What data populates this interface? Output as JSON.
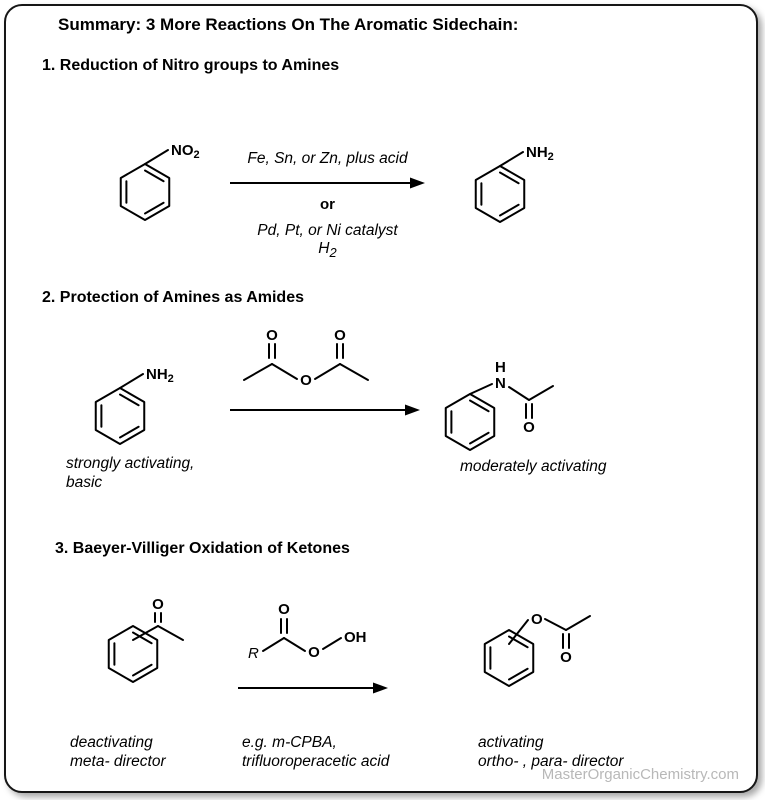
{
  "colors": {
    "atom_blue": "#2036e0",
    "atom_red": "#ee2200",
    "watermark_gray": "#b8b8b8"
  },
  "page": {
    "title": "Summary: 3 More Reactions On The Aromatic Sidechain:",
    "watermark": "MasterOrganicChemistry.com"
  },
  "section1": {
    "heading": "1. Reduction of Nitro groups to Amines",
    "reactant_atom": "NO",
    "reactant_sub": "2",
    "product_atom": "NH",
    "product_sub": "2",
    "conditions_top": "Fe, Sn, or Zn, plus acid",
    "or_label": "or",
    "conditions_alt": "Pd, Pt, or Ni catalyst",
    "conditions_alt2_main": "H",
    "conditions_alt2_sub": "2"
  },
  "section2": {
    "heading": "2. Protection of Amines as Amides",
    "reactant_atom": "NH",
    "reactant_sub": "2",
    "reactant_note_line1": "strongly activating,",
    "reactant_note_line2": "basic",
    "anhydride_o_left": "O",
    "anhydride_o_right": "O",
    "anhydride_o_center": "O",
    "product_n": "N",
    "product_h": "H",
    "product_o": "O",
    "product_note": "moderately activating"
  },
  "section3": {
    "heading": "3. Baeyer-Villiger Oxidation of Ketones",
    "ketone_o": "O",
    "reactant_note_line1": "deactivating",
    "reactant_note_line2": "meta- director",
    "peracid_r": "R",
    "peracid_o_top": "O",
    "peracid_o_mid": "O",
    "peracid_oh": "OH",
    "reagent_note_line1": "e.g. m-CPBA,",
    "reagent_note_line2": "trifluoroperacetic acid",
    "ester_o_link": "O",
    "ester_o_carbonyl": "O",
    "product_note_line1": "activating",
    "product_note_line2": "ortho- , para- director"
  }
}
